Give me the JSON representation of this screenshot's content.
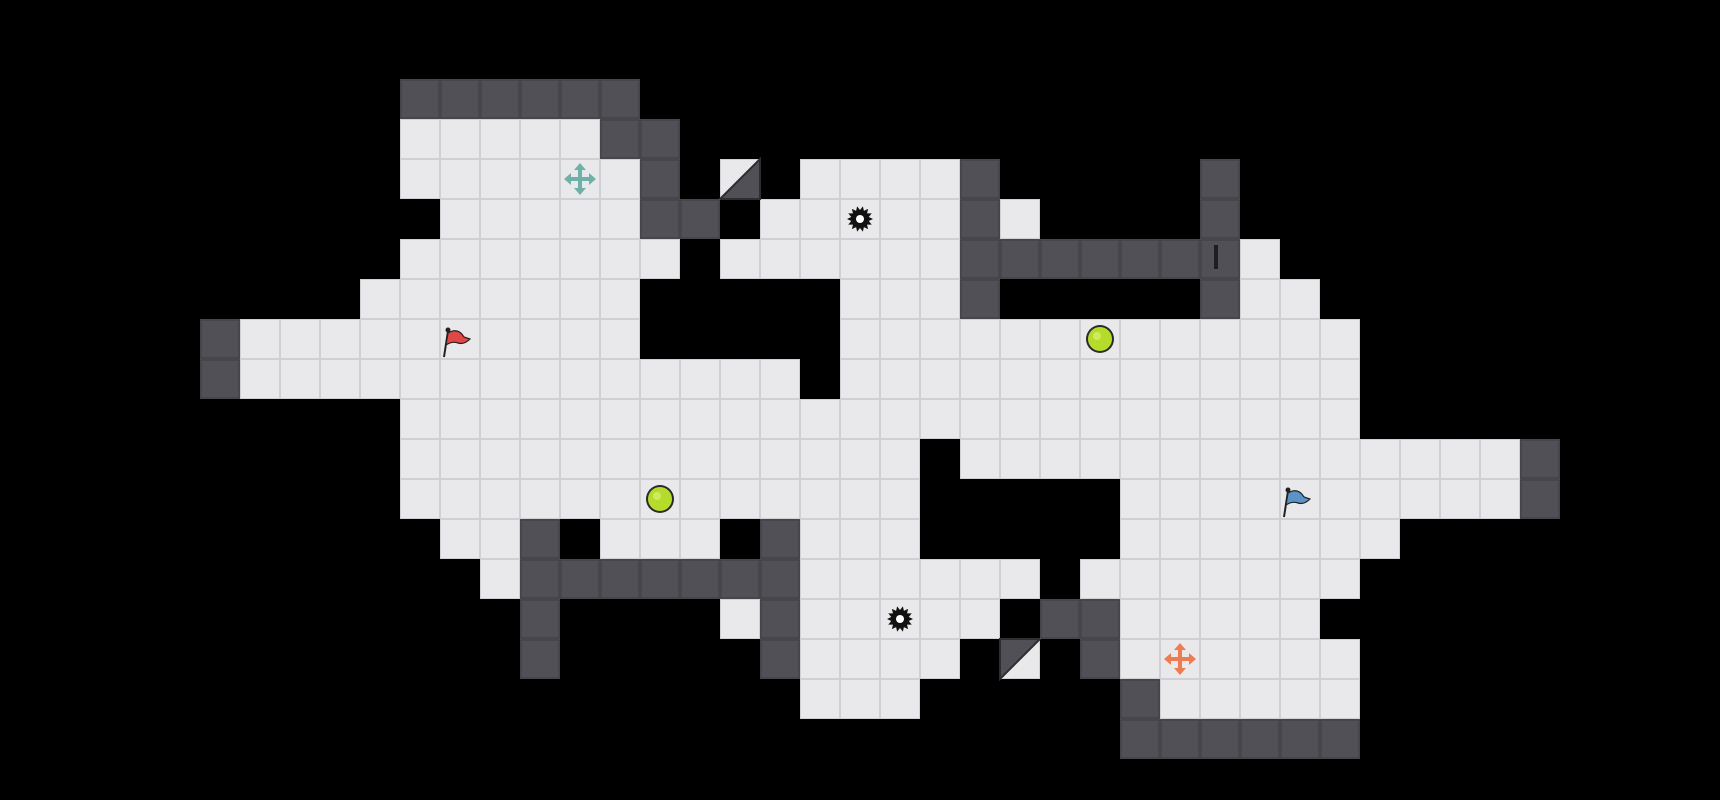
{
  "colors": {
    "background": "#000000",
    "floor": "#e9e9eb",
    "grid_line": "#cfd0d4",
    "wall": "#505056",
    "wall_edge": "#2d2d32",
    "coin": "#b6dc2b",
    "coin_ring": "#2a2a2a",
    "saw": "#111111",
    "red_team": "#e04848",
    "blue_team": "#5b92c7",
    "teal_spawn": "#6fb1a8",
    "orange_spawn": "#ef7b53"
  },
  "level": {
    "floor_rows": [
      {
        "row": 3,
        "spans": [
          [
            10,
            15
          ]
        ]
      },
      {
        "row": 4,
        "spans": [
          [
            10,
            15
          ],
          [
            20,
            23
          ]
        ]
      },
      {
        "row": 5,
        "spans": [
          [
            11,
            15
          ],
          [
            19,
            23
          ],
          [
            25,
            25
          ]
        ]
      },
      {
        "row": 6,
        "spans": [
          [
            10,
            16
          ],
          [
            18,
            23
          ],
          [
            31,
            31
          ]
        ]
      },
      {
        "row": 7,
        "spans": [
          [
            9,
            15
          ],
          [
            21,
            23
          ],
          [
            31,
            32
          ]
        ]
      },
      {
        "row": 8,
        "spans": [
          [
            6,
            15
          ],
          [
            21,
            33
          ]
        ]
      },
      {
        "row": 9,
        "spans": [
          [
            6,
            19
          ],
          [
            21,
            33
          ]
        ]
      },
      {
        "row": 10,
        "spans": [
          [
            10,
            33
          ]
        ]
      },
      {
        "row": 11,
        "spans": [
          [
            10,
            22
          ],
          [
            24,
            37
          ]
        ]
      },
      {
        "row": 12,
        "spans": [
          [
            10,
            22
          ],
          [
            28,
            37
          ]
        ]
      },
      {
        "row": 13,
        "spans": [
          [
            11,
            12
          ],
          [
            15,
            17
          ],
          [
            20,
            22
          ],
          [
            28,
            34
          ]
        ]
      },
      {
        "row": 14,
        "spans": [
          [
            12,
            12
          ],
          [
            20,
            25
          ],
          [
            27,
            33
          ]
        ]
      },
      {
        "row": 15,
        "spans": [
          [
            18,
            18
          ],
          [
            20,
            24
          ],
          [
            28,
            32
          ]
        ]
      },
      {
        "row": 16,
        "spans": [
          [
            20,
            23
          ],
          [
            28,
            33
          ]
        ]
      },
      {
        "row": 17,
        "spans": [
          [
            20,
            22
          ],
          [
            29,
            33
          ]
        ]
      }
    ],
    "walls": [
      {
        "cells": [
          [
            10,
            2
          ],
          [
            11,
            2
          ],
          [
            12,
            2
          ],
          [
            13,
            2
          ],
          [
            14,
            2
          ],
          [
            15,
            2
          ],
          [
            15,
            3
          ],
          [
            16,
            3
          ],
          [
            16,
            4
          ],
          [
            16,
            5
          ],
          [
            17,
            5
          ]
        ]
      },
      {
        "cells": [
          [
            24,
            4
          ],
          [
            24,
            5
          ],
          [
            24,
            6
          ],
          [
            24,
            7
          ],
          [
            25,
            6
          ],
          [
            26,
            6
          ],
          [
            27,
            6
          ],
          [
            28,
            6
          ],
          [
            29,
            6
          ],
          [
            30,
            4
          ],
          [
            30,
            5
          ],
          [
            30,
            6
          ],
          [
            30,
            7
          ]
        ]
      },
      {
        "cells": [
          [
            13,
            13
          ],
          [
            13,
            14
          ],
          [
            13,
            15
          ],
          [
            13,
            16
          ],
          [
            14,
            14
          ],
          [
            15,
            14
          ],
          [
            16,
            14
          ],
          [
            17,
            14
          ],
          [
            18,
            14
          ],
          [
            19,
            13
          ],
          [
            19,
            14
          ],
          [
            19,
            15
          ],
          [
            19,
            16
          ]
        ]
      },
      {
        "cells": [
          [
            26,
            15
          ],
          [
            27,
            15
          ],
          [
            27,
            16
          ],
          [
            28,
            17
          ],
          [
            28,
            18
          ],
          [
            29,
            18
          ],
          [
            30,
            18
          ],
          [
            31,
            18
          ],
          [
            32,
            18
          ],
          [
            33,
            18
          ]
        ]
      },
      {
        "cells": [
          [
            5,
            8
          ],
          [
            5,
            9
          ]
        ]
      },
      {
        "cells": [
          [
            38,
            11
          ],
          [
            38,
            12
          ]
        ]
      }
    ],
    "ramps": [
      {
        "col": 18,
        "row": 4,
        "dir": "ne"
      },
      {
        "col": 25,
        "row": 16,
        "dir": "sw"
      }
    ],
    "entities": [
      {
        "kind": "spawn",
        "name": "teal-spawn-icon",
        "col": 14.5,
        "row": 4.5,
        "color": "teal_spawn"
      },
      {
        "kind": "spawn",
        "name": "orange-spawn-icon",
        "col": 29.5,
        "row": 16.5,
        "color": "orange_spawn"
      },
      {
        "kind": "flag",
        "name": "red-flag-icon",
        "col": 11.4,
        "row": 8.6,
        "color": "red_team"
      },
      {
        "kind": "flag",
        "name": "blue-flag-icon",
        "col": 32.4,
        "row": 12.6,
        "color": "blue_team"
      },
      {
        "kind": "coin",
        "name": "coin-icon",
        "col": 27.5,
        "row": 8.5
      },
      {
        "kind": "coin",
        "name": "coin-icon",
        "col": 16.5,
        "row": 12.5
      },
      {
        "kind": "saw",
        "name": "saw-blade-icon",
        "col": 21.5,
        "row": 5.5
      },
      {
        "kind": "saw",
        "name": "saw-blade-icon",
        "col": 22.5,
        "row": 15.5
      },
      {
        "kind": "pin",
        "name": "marker-pin-icon",
        "col": 30.4,
        "row": 6.2
      }
    ]
  }
}
